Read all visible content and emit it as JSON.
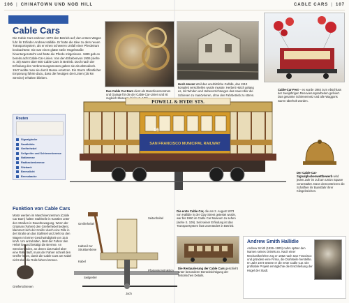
{
  "header": {
    "left_page_number": "106",
    "left_section": "CHINATOWN UND NOB HILL",
    "right_section": "CABLE CARS",
    "right_page_number": "107"
  },
  "title": "Cable Cars",
  "intro": "Die Cable Cars nahmen 1873 den Betrieb auf; den ersten Wagen fuhr ihr Erfinder Andrew Hallidie. Er hatte die Idee zu dem neuen Transportsystem, als er einen schweren Unfall einer Pferdetram beobachtete: Sie war einen glatte steile Hügelstraße hinuntergerutscht und hatte die Pferde mitgerissen. 1889 gab es bereits acht Cable-Car-Linien. Von den Erbebenvon 1906 (siehe S. 30) waren über 600 Cable Cars in Betrieb. Doch nach der Erfindung des Verbrennungsmotors galten sie als altmodisch. 1947 wollte man sie durch Busse ersetzen. Ein Sturm öffentlicher Empörung führte dazu, dass die heutigen drei Linien (25 km Strecke) erhalten blieben.",
  "captions": {
    "wheel_bold": "Das Cable Car Barn",
    "wheel_text": "dient als Maschinenzentrum und Garage für die der Cable-Car-Linien und ist zugleich Museum (siehe S. 109).",
    "house_bold": "Hoch Hoven",
    "house_text": "Weil das unerbittliche Gefälle, das 1913 komplett verschleifen wurde musste: Herbert Hütch gelang es, mit Winden und Hebevorrichtungen das Haus über die Schienen zu manövrieren, ohne den Fahrbetrieb zu stören.",
    "red_bold": "Cable-Car-Fest",
    "red_text": "– es wurde 1984 zum Abschluss der zweijährigen Renovierungsarbeiten gefeiert. Das gesamte Schienennetz und alle Waggons waren überholt worden.",
    "bell_bold": "Der Cable-Car-Signalglockenwettbewerb",
    "bell_text": "wird jeden Jahr im Juli am Union Square veranstaltet. Dann demonstrieren die Schaffner ihr Bunstfahr ihrer Klingelzeichen.",
    "museum_bold": "Die erste Cable Car,",
    "museum_text": "die am 2. August 1873 von Hallidie in der Clay Street getestet wurde, war bis 1960 im Cable Car Museum zu sehen (siehe S. 109). Seit seiner Erfindung ist das Transportsystem fast unverändert in Betrieb.",
    "restore_bold": "Die Restaurierung der Cable Cars",
    "restore_text": "geschieht unter besonderer Berücksichtigung der historischen Details."
  },
  "tram": {
    "roof_sign": "POWELL & HYDE STS.",
    "number": "16",
    "side_sign": "SAN FRANCISCO MUNICIPAL RAILWAY"
  },
  "legend": {
    "title": "Routen",
    "items": [
      {
        "label": "Signalglocke"
      },
      {
        "label": "Sandbühte"
      },
      {
        "label": "Greiferhebel"
      },
      {
        "label": "Seilgreifer und Schienenbremse"
      },
      {
        "label": "Notbremse"
      },
      {
        "label": "Radbackenbremse"
      },
      {
        "label": "Sitzbank"
      },
      {
        "label": "Bremslicht"
      },
      {
        "label": "Bremsbacke"
      }
    ]
  },
  "function": {
    "title": "Funktion von Cable Cars",
    "text": "Motor werden im Maschinenzentrum (Cable Car Barn) halten Stahlseile in Kanälen unter den Straßen in Dauerbewegung. Wenn der Gripman (Fahrer) den Greiferhebel bedient, klammert sich der Greifer durch eine Rille in der Straße an das Stahlseil und zieht so den Wagen mit einer Geschwindigkeit von 15,5 km/h. Um anzuhalten, lässt der Fahrer den Hebel los und betätigt die Bremse. An Streckenenden, an denen das Kabel über eine Rolle läuft, muss der Fahrer schnell den Greifer lösen, damit die Cable Cars am Kabel nicht über die Rolle fahren können.",
    "labels": {
      "greiferhebel": "Greiferhebel",
      "seitenhebel": "Seitenhebel",
      "halteseil": "Haltseil zur Strukturebene",
      "kabel": "Kabel",
      "seilgreifer": "Seilgreifer",
      "pfosten": "Pfostenkonstruktion",
      "greiferschienen": "Greiferschienen",
      "joch": "Joch"
    }
  },
  "hallidie": {
    "title": "Andrew Smith Hallidie",
    "text": "Andrew Smith (1836–1900) nahm später den Namen seines Onkels an. Nach einer Mechanikerlehre zog er 1852 nach San Francisco und gründete eine Firma, die Drahtseile herstellte. Im Jahr 1873 testete er die erste Cable Car. Die profitable Projekt ermöglichte die Erschließung der Hügel der Stadt."
  }
}
